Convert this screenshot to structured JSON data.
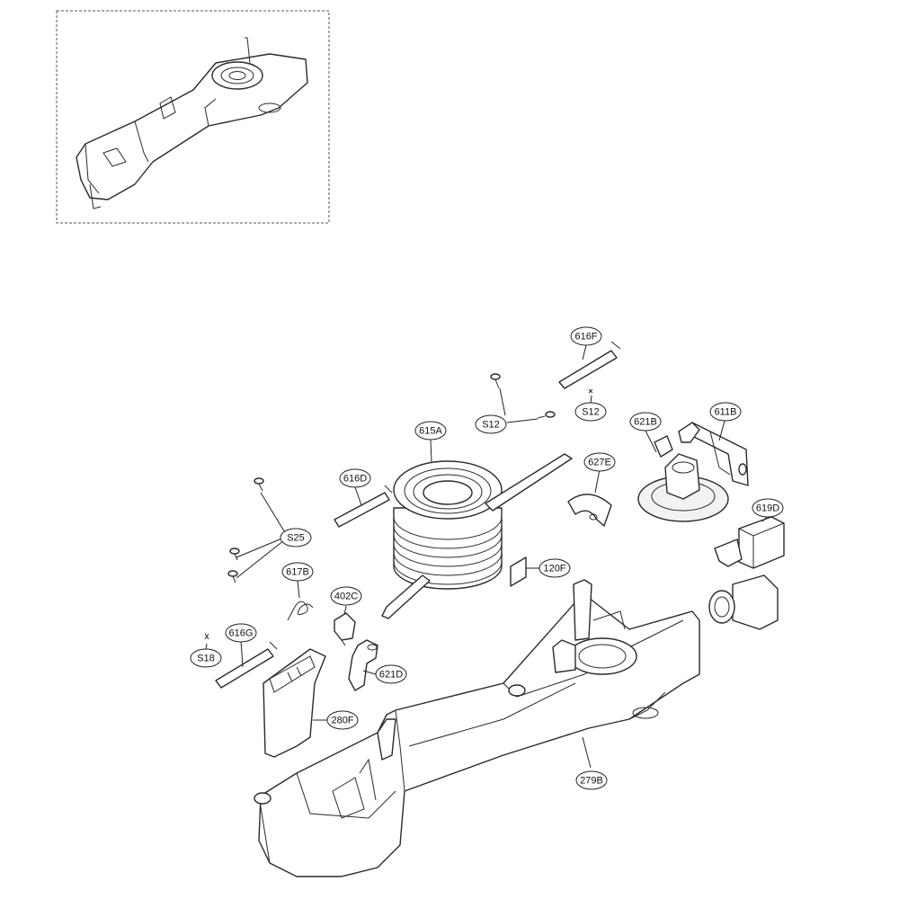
{
  "diagram": {
    "callouts": [
      {
        "id": "616F",
        "label": "616F"
      },
      {
        "id": "S12a",
        "label": "S12"
      },
      {
        "id": "S12b",
        "label": "S12"
      },
      {
        "id": "621B",
        "label": "621B"
      },
      {
        "id": "611B",
        "label": "611B"
      },
      {
        "id": "615A",
        "label": "615A"
      },
      {
        "id": "627E",
        "label": "627E"
      },
      {
        "id": "616D",
        "label": "616D"
      },
      {
        "id": "619D",
        "label": "619D"
      },
      {
        "id": "S25",
        "label": "S25"
      },
      {
        "id": "120F",
        "label": "120F"
      },
      {
        "id": "617B",
        "label": "617B"
      },
      {
        "id": "402C",
        "label": "402C"
      },
      {
        "id": "616G",
        "label": "616G"
      },
      {
        "id": "S18",
        "label": "S18"
      },
      {
        "id": "621D",
        "label": "621D"
      },
      {
        "id": "280F",
        "label": "280F"
      },
      {
        "id": "279B",
        "label": "279B"
      }
    ]
  }
}
